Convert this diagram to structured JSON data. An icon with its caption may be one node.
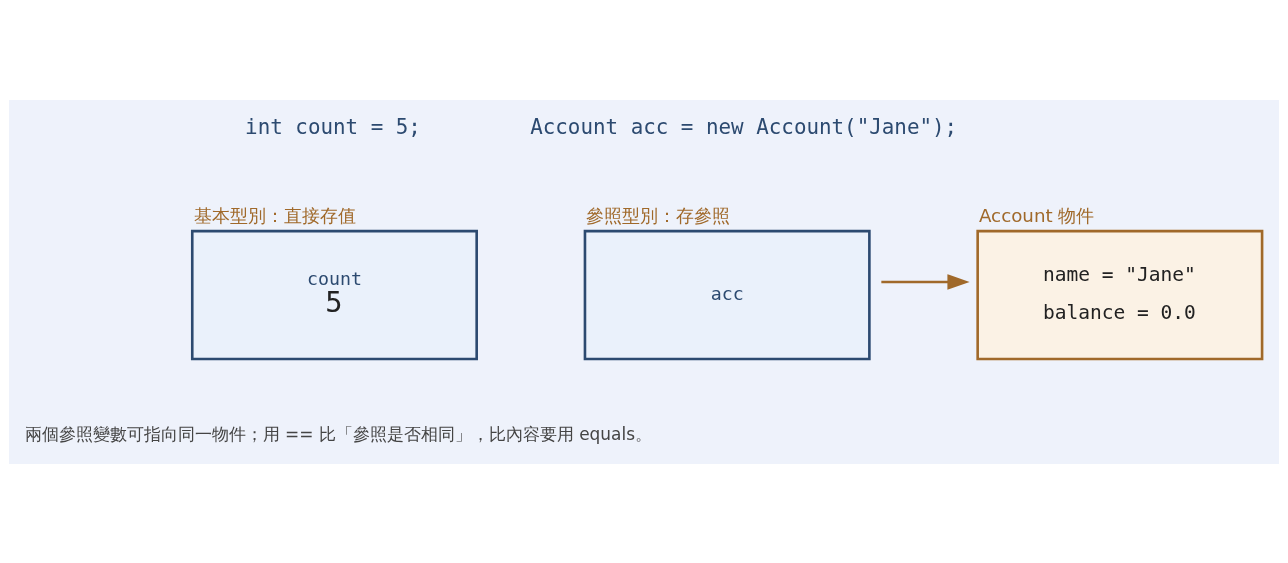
{
  "diagram": {
    "nodes": [
      {
        "text": [
          "基本型別：直接存值",
          "count",
          "5"
        ]
      },
      {
        "text": [
          "參照型別：存參照",
          "acc"
        ]
      },
      {
        "text": [
          "Account 物件",
          "name = \"Jane\"",
          "balance = 0.0"
        ]
      }
    ],
    "edges": [
      {
        "from": 1,
        "to": 2,
        "arrow": "to",
        "color": "#a0692a"
      }
    ],
    "labels": [
      "int count = 5;",
      "Account acc = new Account(\"Jane\");",
      "兩個參照變數可指向同一物件；用 == 比「參照是否相同」，比內容要用 equals。"
    ]
  }
}
